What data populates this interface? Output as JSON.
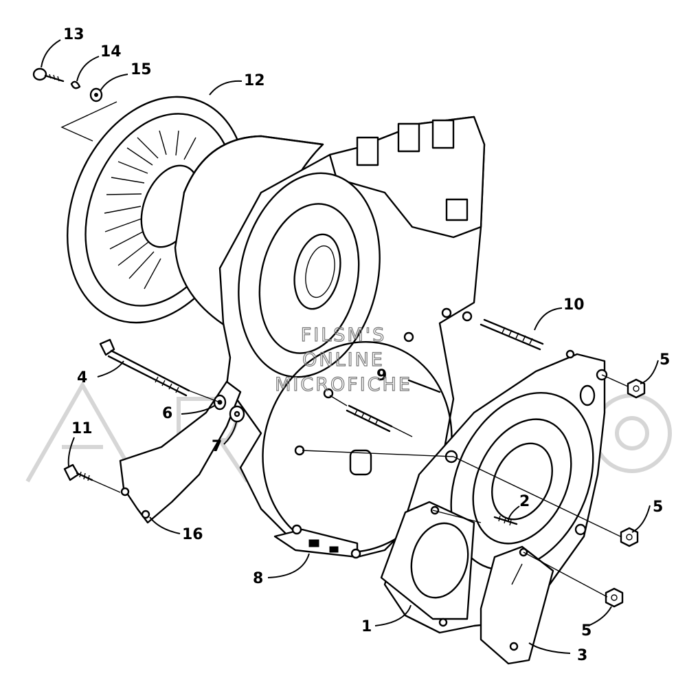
{
  "watermark": {
    "line1": "FILSM'S",
    "line2": "ONLINE",
    "line3": "MICROFICHE"
  },
  "callouts": [
    {
      "id": "13",
      "label": "13"
    },
    {
      "id": "14",
      "label": "14"
    },
    {
      "id": "15",
      "label": "15"
    },
    {
      "id": "12",
      "label": "12"
    },
    {
      "id": "10",
      "label": "10"
    },
    {
      "id": "5a",
      "label": "5"
    },
    {
      "id": "4",
      "label": "4"
    },
    {
      "id": "9",
      "label": "9"
    },
    {
      "id": "6",
      "label": "6"
    },
    {
      "id": "7",
      "label": "7"
    },
    {
      "id": "11",
      "label": "11"
    },
    {
      "id": "2",
      "label": "2"
    },
    {
      "id": "5b",
      "label": "5"
    },
    {
      "id": "16",
      "label": "16"
    },
    {
      "id": "8",
      "label": "8"
    },
    {
      "id": "1",
      "label": "1"
    },
    {
      "id": "5c",
      "label": "5"
    },
    {
      "id": "3",
      "label": "3"
    }
  ]
}
